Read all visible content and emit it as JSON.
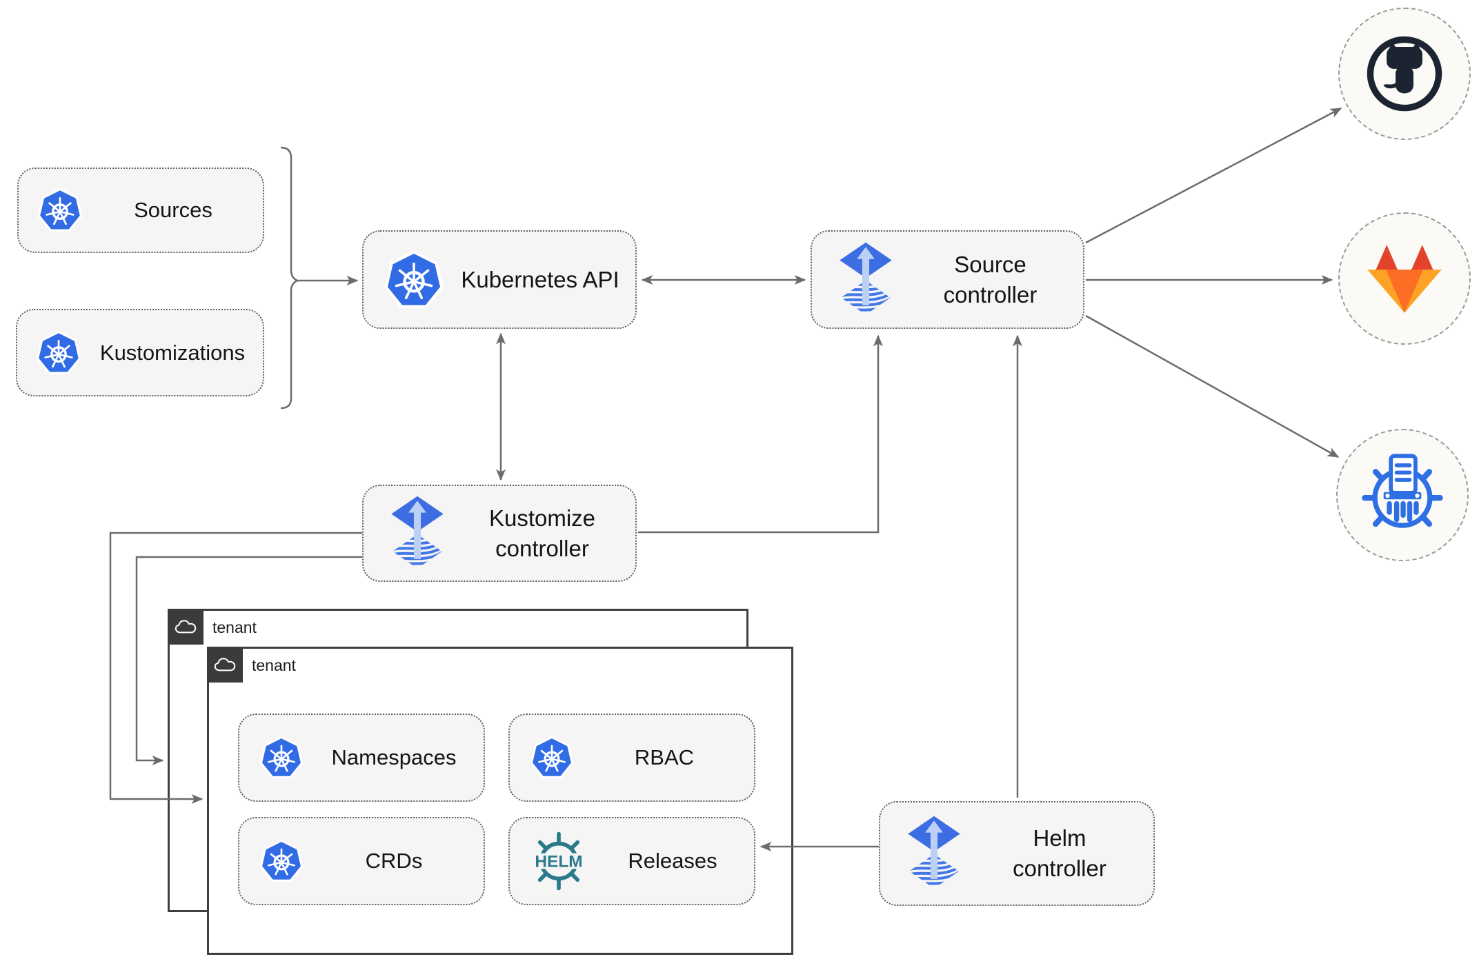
{
  "diagram": {
    "title_hint": "Flux GitOps multi-tenancy architecture",
    "nodes": {
      "sources": {
        "label": "Sources",
        "icon": "kubernetes-icon"
      },
      "kustomizations": {
        "label": "Kustomizations",
        "icon": "kubernetes-icon"
      },
      "kubernetes_api": {
        "label": "Kubernetes API",
        "icon": "kubernetes-icon"
      },
      "source_controller": {
        "label": "Source controller",
        "icon": "flux-icon"
      },
      "kustomize_controller": {
        "label": "Kustomize controller",
        "icon": "flux-icon"
      },
      "helm_controller": {
        "label": "Helm controller",
        "icon": "flux-icon"
      },
      "namespaces": {
        "label": "Namespaces",
        "icon": "kubernetes-icon"
      },
      "rbac": {
        "label": "RBAC",
        "icon": "kubernetes-icon"
      },
      "crds": {
        "label": "CRDs",
        "icon": "kubernetes-icon"
      },
      "releases": {
        "label": "Releases",
        "icon": "helm-icon"
      }
    },
    "groups": {
      "tenant_outer": {
        "label": "tenant",
        "icon": "cloud-icon"
      },
      "tenant_inner": {
        "label": "tenant",
        "icon": "cloud-icon"
      }
    },
    "external_targets": [
      {
        "name": "github",
        "icon": "github-octocat-icon"
      },
      {
        "name": "gitlab",
        "icon": "gitlab-tanuki-icon"
      },
      {
        "name": "artifact-shredder",
        "icon": "document-shredder-wheel-icon"
      }
    ],
    "edges": [
      {
        "from": "sources+kustomizations",
        "to": "kubernetes_api",
        "style": "brace-arrow"
      },
      {
        "from": "kubernetes_api",
        "to": "source_controller",
        "bidirectional": true
      },
      {
        "from": "kubernetes_api",
        "to": "kustomize_controller",
        "bidirectional": true
      },
      {
        "from": "kustomize_controller",
        "to": "source_controller"
      },
      {
        "from": "helm_controller",
        "to": "source_controller"
      },
      {
        "from": "kustomize_controller",
        "to": "tenant_outer"
      },
      {
        "from": "kustomize_controller",
        "to": "tenant_inner"
      },
      {
        "from": "helm_controller",
        "to": "releases"
      },
      {
        "from": "source_controller",
        "to": "github"
      },
      {
        "from": "source_controller",
        "to": "gitlab"
      },
      {
        "from": "source_controller",
        "to": "artifact-shredder"
      }
    ],
    "icons": {
      "helm_word": "HELM"
    },
    "colors": {
      "kubernetes_blue": "#326CE5",
      "flux_blue": "#3D6DE2",
      "flux_light_arrow": "#BCD0F5",
      "helm_teal": "#2A7A8C",
      "github_dark": "#1B2430",
      "gitlab_red": "#E24329",
      "gitlab_orange": "#FC6D26",
      "gitlab_yellow": "#FCA326",
      "line_gray": "#6B6B6B",
      "node_fill": "#F5F5F5",
      "tenant_tab_dark": "#3B3B3B"
    }
  }
}
